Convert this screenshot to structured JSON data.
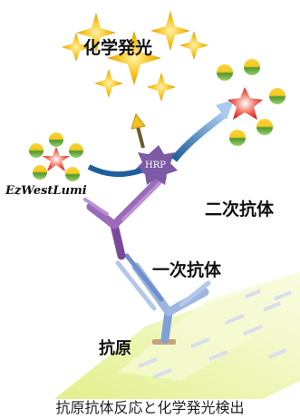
{
  "labels": {
    "chemiluminescence": "化学発光",
    "product": "EzWestLumi",
    "enzyme": "HRP",
    "secondary_antibody": "二次抗体",
    "primary_antibody": "一次抗体",
    "antigen": "抗原",
    "caption": "抗原抗体反応と化学発光検出"
  },
  "colors": {
    "star_yellow": "#f7c21c",
    "secondary_antibody": "#7a4a9a",
    "primary_antibody": "#7f9fd6",
    "hrp": "#7d5aa6",
    "membrane": "#eef6b8",
    "blue_arrow": "#1f5e9c",
    "red_burst": "#e23a2a",
    "green_ball": "#5aa836"
  }
}
